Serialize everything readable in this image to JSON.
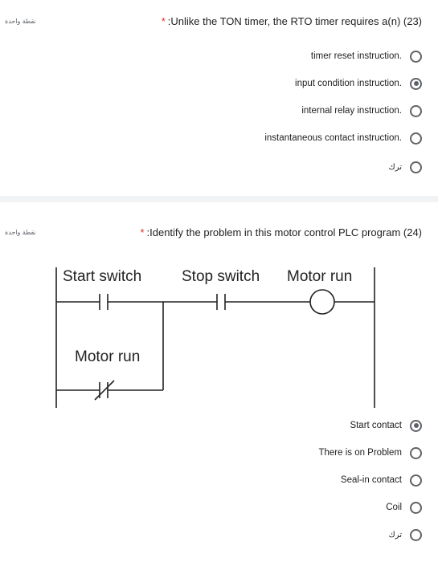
{
  "question1": {
    "points": "نقطة واحدة",
    "required_mark": "*",
    "title": ":Unlike the TON timer, the RTO timer requires a(n) (23)",
    "options": [
      {
        "label": "timer reset instruction.",
        "selected": false
      },
      {
        "label": "input condition instruction.",
        "selected": true
      },
      {
        "label": "internal relay instruction.",
        "selected": false
      },
      {
        "label": "instantaneous contact instruction.",
        "selected": false
      },
      {
        "label": "ترك",
        "selected": false
      }
    ]
  },
  "question2": {
    "points": "نقطة واحدة",
    "required_mark": "*",
    "title": ":Identify the problem in this motor control PLC program (24)",
    "diagram": {
      "start_switch": "Start switch",
      "stop_switch": "Stop switch",
      "motor_run_coil": "Motor run",
      "motor_run_contact": "Motor run"
    },
    "options": [
      {
        "label": "Start contact",
        "selected": true
      },
      {
        "label": "There is on Problem",
        "selected": false
      },
      {
        "label": "Seal-in contact",
        "selected": false
      },
      {
        "label": "Coil",
        "selected": false
      },
      {
        "label": "ترك",
        "selected": false
      }
    ]
  },
  "colors": {
    "required": "#d93025",
    "radio": "#5f6368",
    "background": "#f1f3f4"
  }
}
